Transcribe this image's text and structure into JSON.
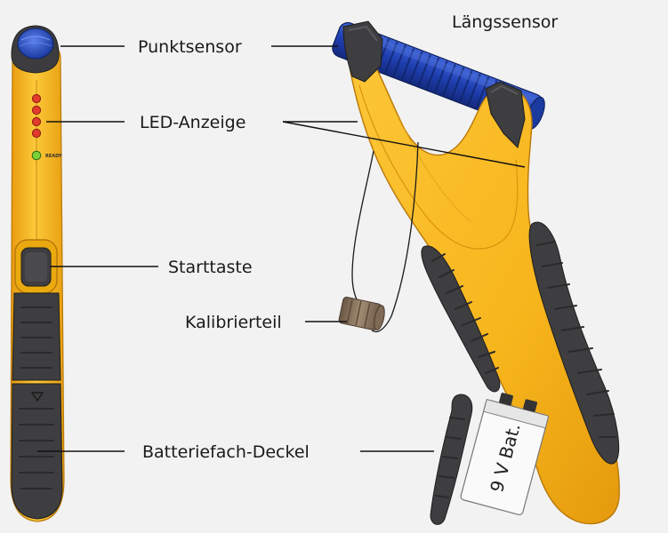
{
  "labels": {
    "punktsensor": "Punktsensor",
    "laengssensor": "Längssensor",
    "led_anzeige": "LED-Anzeige",
    "starttaste": "Starttaste",
    "kalibrierteil": "Kalibrierteil",
    "batteriefach_deckel": "Batteriefach-Deckel"
  },
  "device": {
    "ready_text": "READY",
    "battery_text": "9 V Bat."
  },
  "colors": {
    "body_yellow": "#f7b81e",
    "grip_dark": "#3e3e40",
    "sensor_blue": "#1f3fb0",
    "led_red": "#e23b2b",
    "led_green": "#7bd23a",
    "calibration_brown": "#8a7560"
  }
}
